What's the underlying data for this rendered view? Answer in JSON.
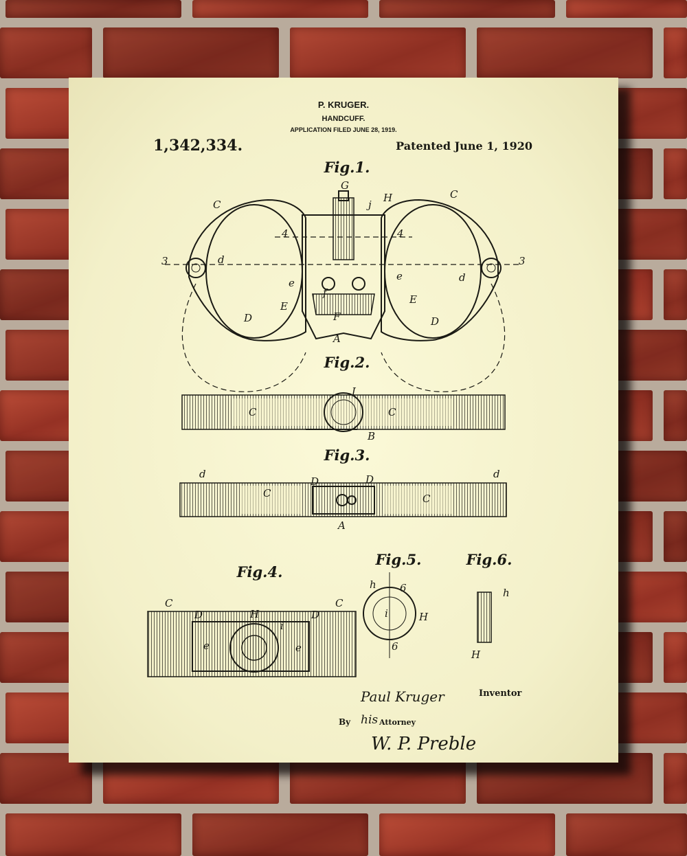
{
  "patent": {
    "inventor_header": "P. KRUGER.",
    "title": "HANDCUFF.",
    "application": "APPLICATION FILED JUNE 28, 1919.",
    "number": "1,342,334.",
    "patented": "Patented June 1, 1920"
  },
  "figures": [
    "Fig.1.",
    "Fig.2.",
    "Fig.3.",
    "Fig.4.",
    "Fig.5.",
    "Fig.6."
  ],
  "part_labels": [
    "C",
    "C",
    "G",
    "H",
    "j",
    "d",
    "d",
    "3",
    "3",
    "4",
    "4",
    "e",
    "e",
    "f",
    "E",
    "E",
    "F",
    "D",
    "D",
    "A",
    "I",
    "C",
    "C",
    "B",
    "d",
    "d",
    "D",
    "D",
    "C",
    "C",
    "A",
    "C",
    "C",
    "D",
    "D",
    "H",
    "i",
    "e",
    "e",
    "h",
    "6",
    "6",
    "i",
    "H",
    "h",
    "H"
  ],
  "signature": {
    "inventor_signature": "Paul Kruger",
    "inventor_label": "Inventor",
    "by": "By",
    "his": "his",
    "attorney_label": "Attorney",
    "attorney_signature": "W. P. Preble"
  },
  "colors": {
    "paper": "#f5f2cc",
    "ink": "#1a1a14",
    "brick": "#a23d2c",
    "mortar": "#b9ab9c"
  }
}
